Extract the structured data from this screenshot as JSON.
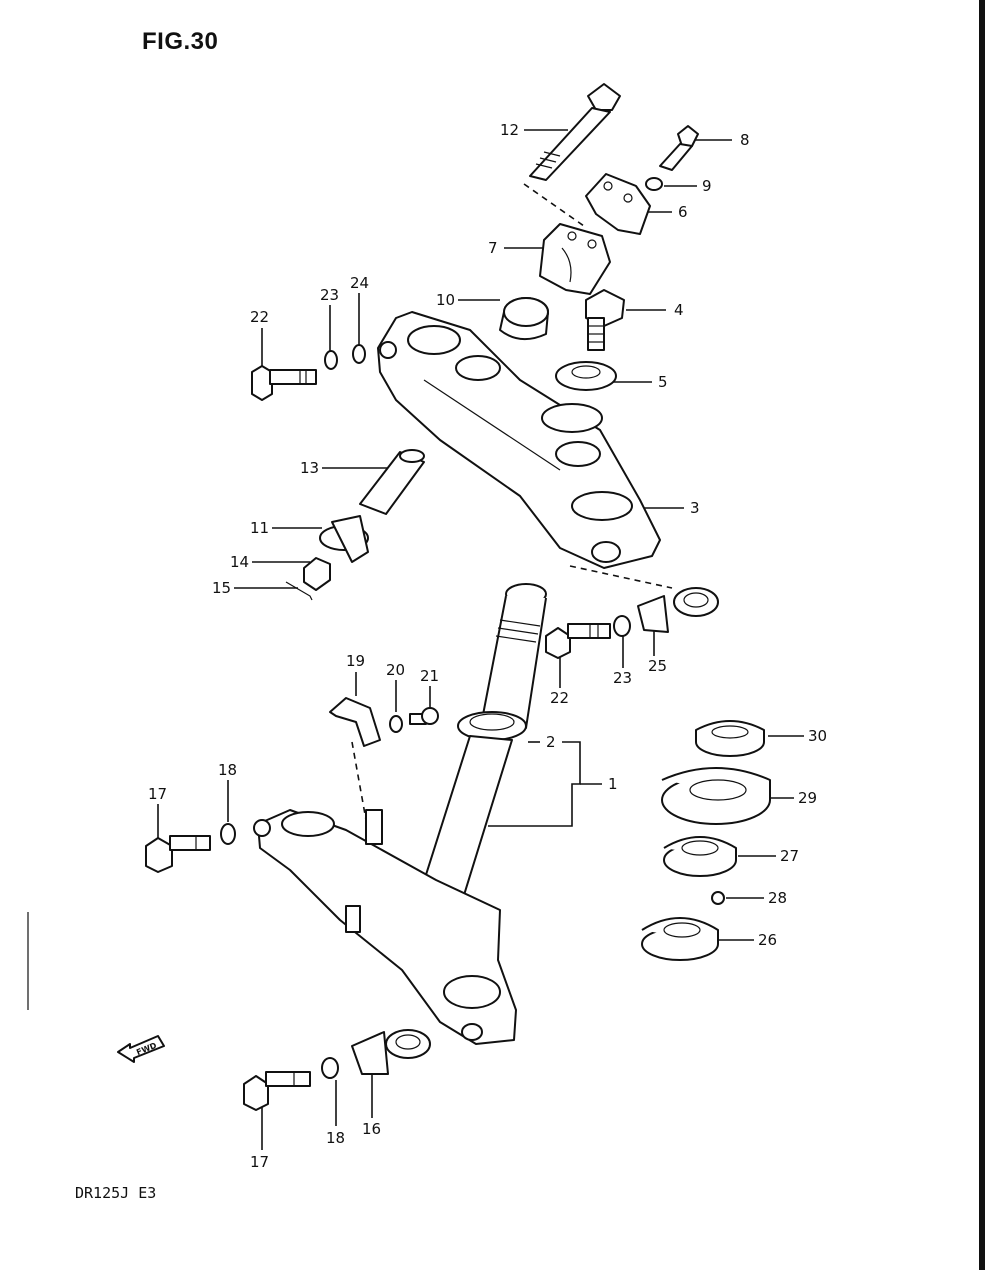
{
  "figure": {
    "title": "FIG.30",
    "model": "DR125J  E3",
    "fwd_label": "FWD"
  },
  "callouts": [
    {
      "id": "c1",
      "label": "1"
    },
    {
      "id": "c2",
      "label": "2"
    },
    {
      "id": "c3",
      "label": "3"
    },
    {
      "id": "c4",
      "label": "4"
    },
    {
      "id": "c5",
      "label": "5"
    },
    {
      "id": "c6",
      "label": "6"
    },
    {
      "id": "c7",
      "label": "7"
    },
    {
      "id": "c8",
      "label": "8"
    },
    {
      "id": "c9",
      "label": "9"
    },
    {
      "id": "c10",
      "label": "10"
    },
    {
      "id": "c11",
      "label": "11"
    },
    {
      "id": "c12",
      "label": "12"
    },
    {
      "id": "c13",
      "label": "13"
    },
    {
      "id": "c14",
      "label": "14"
    },
    {
      "id": "c15",
      "label": "15"
    },
    {
      "id": "c16",
      "label": "16"
    },
    {
      "id": "c17a",
      "label": "17"
    },
    {
      "id": "c17b",
      "label": "17"
    },
    {
      "id": "c18a",
      "label": "18"
    },
    {
      "id": "c18b",
      "label": "18"
    },
    {
      "id": "c19",
      "label": "19"
    },
    {
      "id": "c20",
      "label": "20"
    },
    {
      "id": "c21",
      "label": "21"
    },
    {
      "id": "c22a",
      "label": "22"
    },
    {
      "id": "c22b",
      "label": "22"
    },
    {
      "id": "c23a",
      "label": "23"
    },
    {
      "id": "c23b",
      "label": "23"
    },
    {
      "id": "c24",
      "label": "24"
    },
    {
      "id": "c25",
      "label": "25"
    },
    {
      "id": "c26",
      "label": "26"
    },
    {
      "id": "c27",
      "label": "27"
    },
    {
      "id": "c28",
      "label": "28"
    },
    {
      "id": "c29",
      "label": "29"
    },
    {
      "id": "c30",
      "label": "30"
    }
  ]
}
